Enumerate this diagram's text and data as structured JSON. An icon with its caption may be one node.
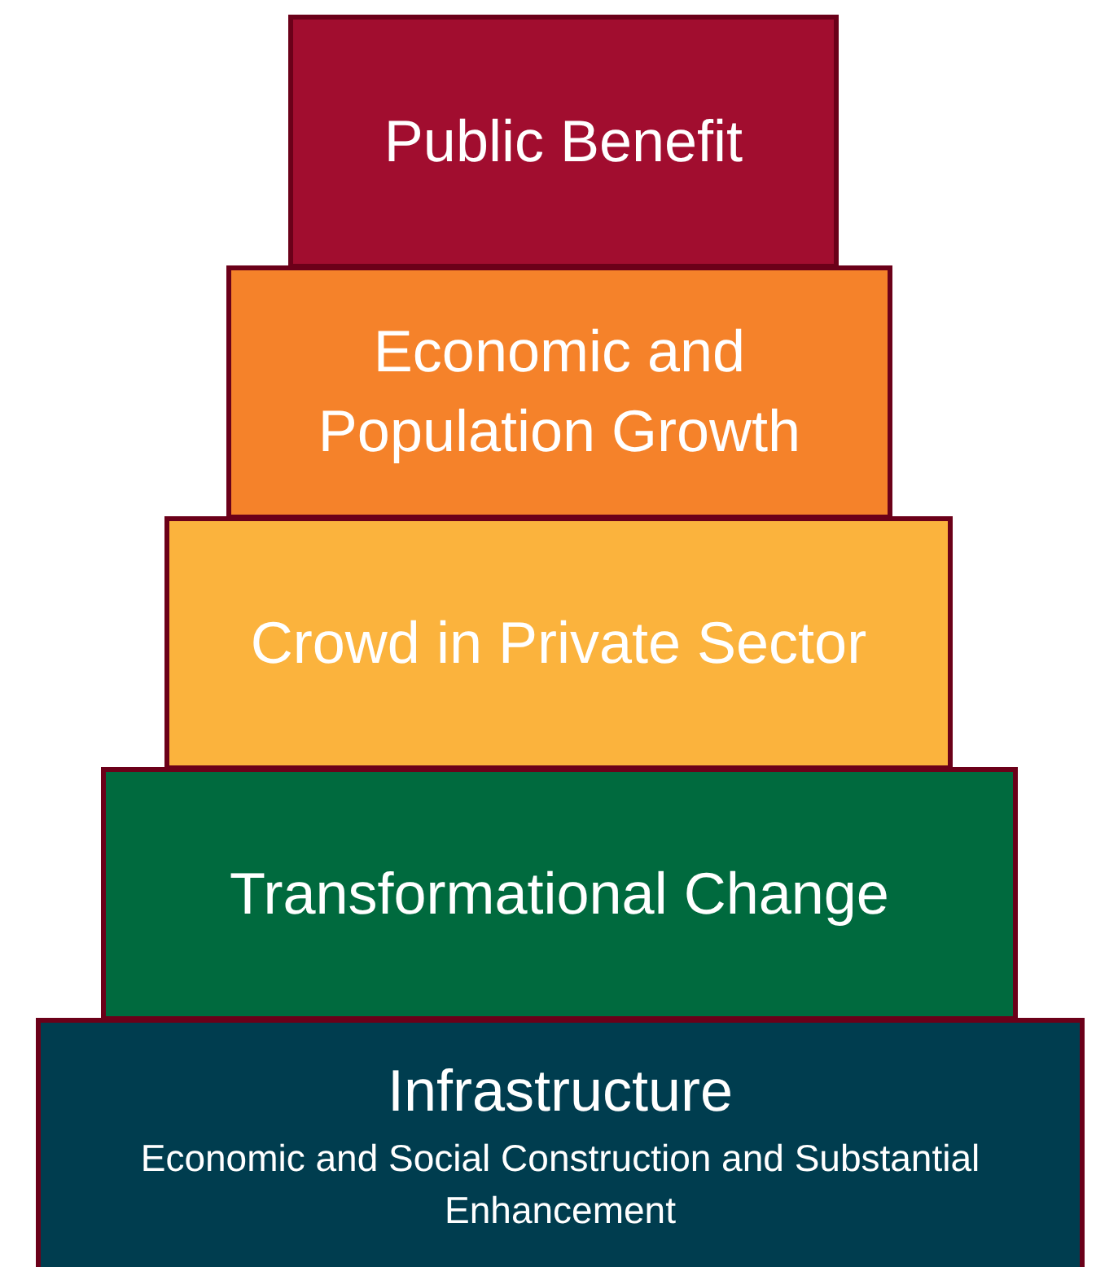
{
  "diagram": {
    "nodes": [
      {
        "text": [
          "Public Benefit"
        ]
      },
      {
        "text": [
          "Economic and Population Growth"
        ]
      },
      {
        "text": [
          "Crowd in Private Sector"
        ]
      },
      {
        "text": [
          "Transformational Change"
        ]
      },
      {
        "text": [
          "Infrastructure",
          "Economic and Social Construction and Substantial Enhancement"
        ]
      }
    ],
    "edges": []
  }
}
